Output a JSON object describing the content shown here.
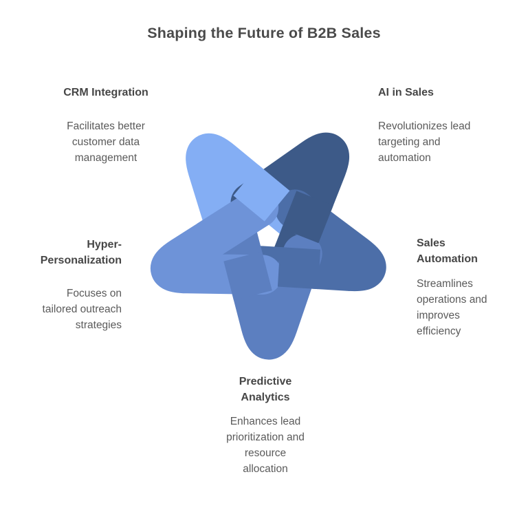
{
  "title": "Shaping the Future of B2B Sales",
  "nodes": [
    {
      "id": "crm-integration",
      "label": "CRM Integration",
      "description": "Facilitates better customer data management",
      "color": "#84AEF4",
      "position": "top-left"
    },
    {
      "id": "ai-in-sales",
      "label": "AI in Sales",
      "description": "Revolutionizes lead targeting and automation",
      "color": "#3D5A88",
      "position": "top-right"
    },
    {
      "id": "sales-automation",
      "label": "Sales Automation",
      "description": "Streamlines operations and improves efficiency",
      "color": "#4C6EA8",
      "position": "right"
    },
    {
      "id": "predictive-analytics",
      "label": "Predictive Analytics",
      "description": "Enhances lead prioritization and resource allocation",
      "color": "#5C7FC0",
      "position": "bottom"
    },
    {
      "id": "hyper-personalization",
      "label": "Hyper-Personalization",
      "description": "Focuses on tailored outreach strategies",
      "color": "#6E93D8",
      "position": "left"
    }
  ],
  "text_color": "#4a4a4a"
}
